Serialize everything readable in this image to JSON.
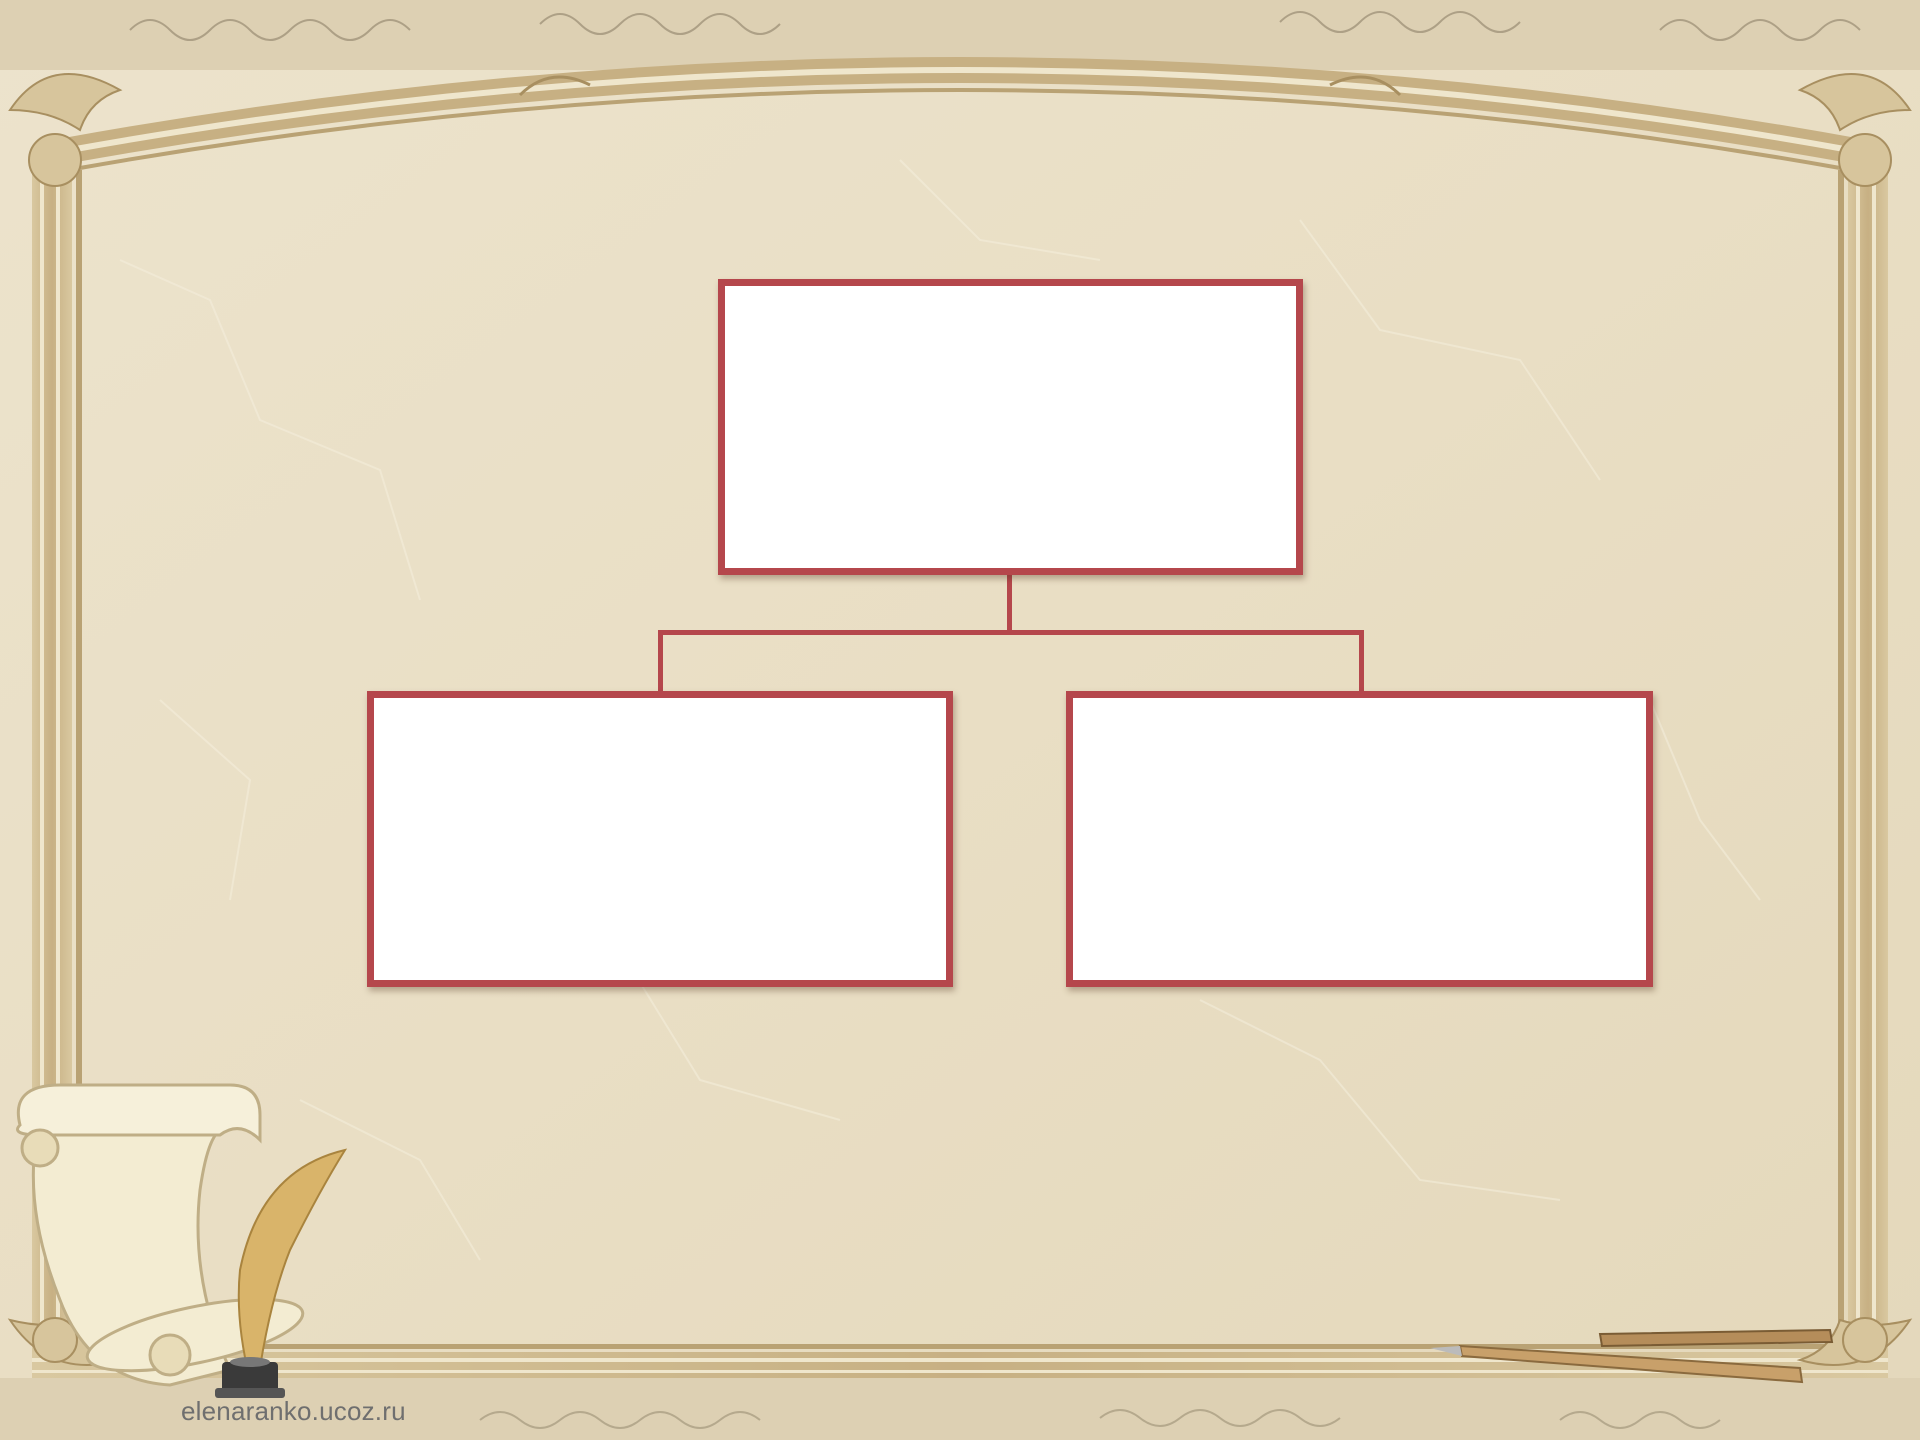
{
  "slide": {
    "background_color": "#e9dfc6",
    "frame_color": "#c9b48a",
    "accent_color": "#b5474c"
  },
  "diagram": {
    "type": "org-chart",
    "nodes": [
      {
        "id": "top",
        "label": ""
      },
      {
        "id": "left",
        "label": ""
      },
      {
        "id": "right",
        "label": ""
      }
    ],
    "edges": [
      [
        "top",
        "left"
      ],
      [
        "top",
        "right"
      ]
    ]
  },
  "decorations": {
    "icons": [
      "ornate-frame",
      "scroll-icon",
      "quill-icon",
      "inkwell-icon",
      "fountain-pen-icon"
    ]
  },
  "footer": {
    "site": "elenaranko.ucoz.ru"
  }
}
